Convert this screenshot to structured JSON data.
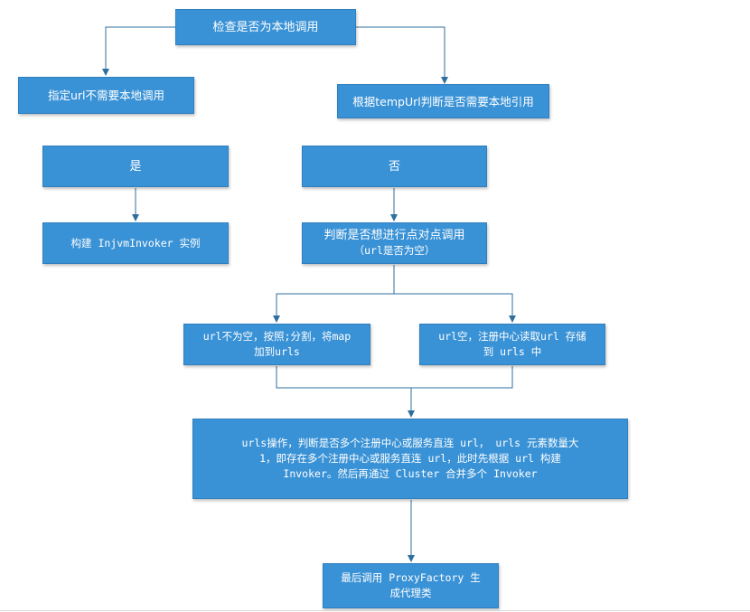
{
  "nodes": {
    "check_local": "检查是否为本地调用",
    "url_no_local": "指定url不需要本地调用",
    "temp_url_check": "根据tempUrl判断是否需要本地引用",
    "yes": "是",
    "no": "否",
    "build_injvm": "构建 InjvmInvoker 实例",
    "p2p_line1": "判断是否想进行点对点调用",
    "p2p_line2": "（url是否为空）",
    "url_not_empty_line1": "url不为空，按照;分割，将map",
    "url_not_empty_line2": "加到urls",
    "url_empty_line1": "url空，注册中心读取url 存储",
    "url_empty_line2": "到 urls 中",
    "urls_op_line1": "urls操作，判断是否多个注册中心或服务直连 url， urls 元素数量大",
    "urls_op_line2": "1，即存在多个注册中心或服务直连 url，此时先根据 url 构建",
    "urls_op_line3": "Invoker。然后再通过 Cluster 合并多个 Invoker",
    "proxy_line1": "最后调用 ProxyFactory 生",
    "proxy_line2": "成代理类"
  },
  "colors": {
    "node_fill": "#3a92d6",
    "node_text": "#ffffff",
    "edge": "#2e6f9e"
  }
}
